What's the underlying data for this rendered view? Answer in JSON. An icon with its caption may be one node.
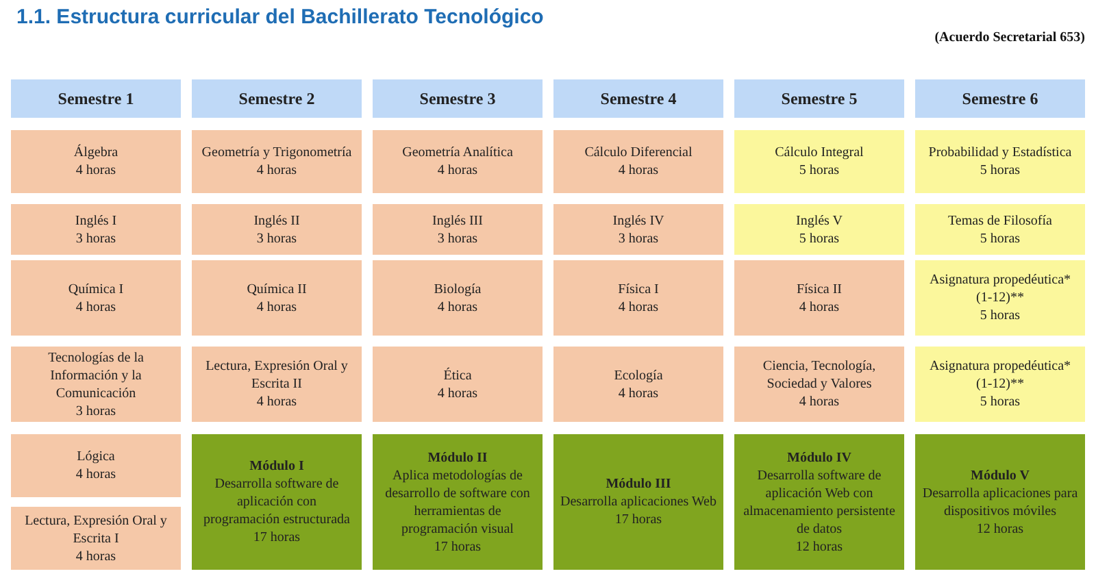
{
  "diagram": {
    "title": "1.1. Estructura curricular del Bachillerato Tecnológico",
    "nodes": [
      {
        "text": [
          "Semestre 1"
        ]
      },
      {
        "text": [
          "Semestre 2"
        ]
      },
      {
        "text": [
          "Semestre 3"
        ]
      },
      {
        "text": [
          "Semestre 4"
        ]
      },
      {
        "text": [
          "Semestre 5"
        ]
      },
      {
        "text": [
          "Semestre 6"
        ]
      },
      {
        "text": [
          "Álgebra",
          "4 horas"
        ]
      },
      {
        "text": [
          "Geometría y Trigonometría",
          "4 horas"
        ]
      },
      {
        "text": [
          "Geometría Analítica",
          "4 horas"
        ]
      },
      {
        "text": [
          "Cálculo Diferencial",
          "4 horas"
        ]
      },
      {
        "text": [
          "Cálculo Integral",
          "5 horas"
        ]
      },
      {
        "text": [
          "Probabilidad y Estadística",
          "5 horas"
        ]
      },
      {
        "text": [
          "Inglés I",
          "3 horas"
        ]
      },
      {
        "text": [
          "Inglés II",
          "3 horas"
        ]
      },
      {
        "text": [
          "Inglés III",
          "3 horas"
        ]
      },
      {
        "text": [
          "Inglés IV",
          "3 horas"
        ]
      },
      {
        "text": [
          "Inglés V",
          "5 horas"
        ]
      },
      {
        "text": [
          "Temas de Filosofía",
          "5 horas"
        ]
      },
      {
        "text": [
          "Química I",
          "4 horas"
        ]
      },
      {
        "text": [
          "Química II",
          "4 horas"
        ]
      },
      {
        "text": [
          "Biología",
          "4 horas"
        ]
      },
      {
        "text": [
          "Física I",
          "4 horas"
        ]
      },
      {
        "text": [
          "Física II",
          "4 horas"
        ]
      },
      {
        "text": [
          "Asignatura propedéutica* (1-12)**",
          "5 horas"
        ]
      },
      {
        "text": [
          "Tecnologías de la Información y la Comunicación",
          "3 horas"
        ]
      },
      {
        "text": [
          "Lectura, Expresión Oral y Escrita II",
          "4 horas"
        ]
      },
      {
        "text": [
          "Ética",
          "4 horas"
        ]
      },
      {
        "text": [
          "Ecología",
          "4 horas"
        ]
      },
      {
        "text": [
          "Ciencia, Tecnología, Sociedad y Valores",
          "4 horas"
        ]
      },
      {
        "text": [
          "Asignatura propedéutica* (1-12)**",
          "5 horas"
        ]
      },
      {
        "text": [
          "Lógica",
          "4 horas"
        ]
      },
      {
        "text": [
          "Módulo I",
          "Desarrolla software de aplicación con programación estructurada",
          "17 horas"
        ]
      },
      {
        "text": [
          "Módulo II",
          "Aplica metodologías de desarrollo de software con herramientas de programación visual",
          "17 horas"
        ]
      },
      {
        "text": [
          "Módulo III",
          "Desarrolla aplicaciones Web",
          "17 horas"
        ]
      },
      {
        "text": [
          "Módulo IV",
          "Desarrolla software de aplicación Web con almacenamiento persistente de datos",
          "12 horas"
        ]
      },
      {
        "text": [
          "Módulo V",
          "Desarrolla aplicaciones para dispositivos móviles",
          "12 horas"
        ]
      },
      {
        "text": [
          "Lectura, Expresión Oral y Escrita I",
          "4 horas"
        ]
      }
    ],
    "labels": [
      "(Acuerdo Secretarial 653)"
    ]
  }
}
